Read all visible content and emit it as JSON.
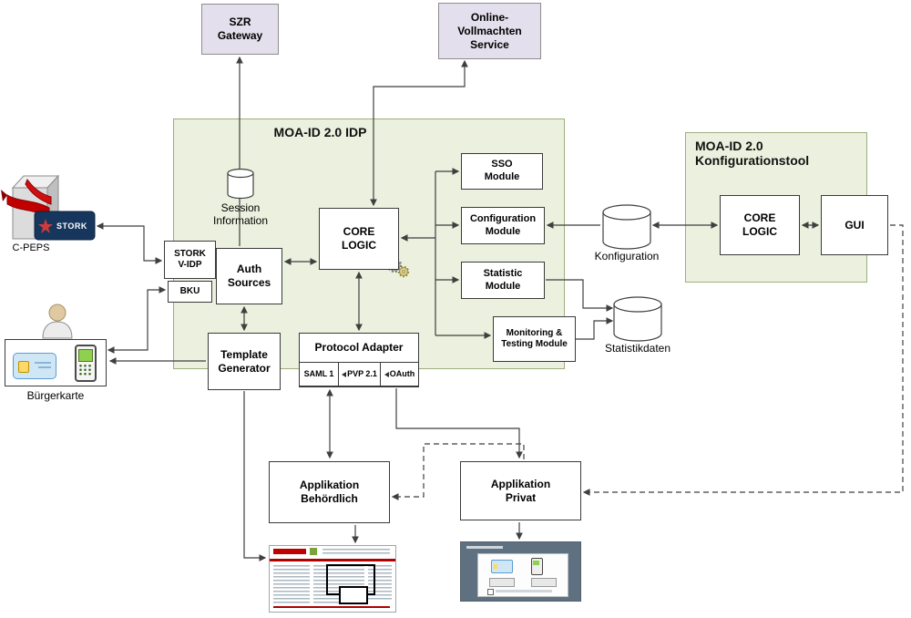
{
  "diagram": {
    "szr_gateway": "SZR Gateway",
    "online_vollmachten": "Online-Vollmachten Service",
    "idp": {
      "title": "MOA-ID 2.0 IDP",
      "session_info": "Session Information",
      "stork_vidp": "STORK V-IDP",
      "bku": "BKU",
      "auth_sources": "Auth Sources",
      "core_logic": "CORE LOGIC",
      "sso_module": "SSO Module",
      "configuration_module": "Configuration Module",
      "statistic_module": "Statistic Module",
      "monitoring_module": "Monitoring & Testing Module",
      "template_generator": "Template Generator",
      "protocol_adapter": "Protocol Adapter",
      "protocols": [
        "SAML 1",
        "PVP 2.1",
        "OAuth"
      ]
    },
    "konfigtool": {
      "title": "MOA-ID 2.0 Konfigurationstool",
      "core_logic": "CORE LOGIC",
      "gui": "GUI"
    },
    "databases": {
      "konfiguration": "Konfiguration",
      "statistikdaten": "Statistikdaten"
    },
    "left": {
      "cpeps_label": "C-PEPS",
      "stork_badge": "STORK",
      "buergerkarte_label": "Bürgerkarte"
    },
    "apps": {
      "behoerdlich": "Applikation Behördlich",
      "privat": "Applikation Privat"
    },
    "icons": {
      "database-icon": "cylinder",
      "gears-icon": "gear-wheels",
      "person-icon": "user-silhouette",
      "server-icon": "3d-server-box",
      "ribbon-icon": "red-ribbon",
      "citizen-card-icon": "chip-card",
      "mobile-phone-icon": "mobile-phone",
      "arrowhead-icon": "left-triangle"
    },
    "colors": {
      "panel_green": "#ebf1de",
      "box_lavender": "#e4dfec",
      "line": "#3f3f3f",
      "accent_red": "#c00000"
    }
  }
}
